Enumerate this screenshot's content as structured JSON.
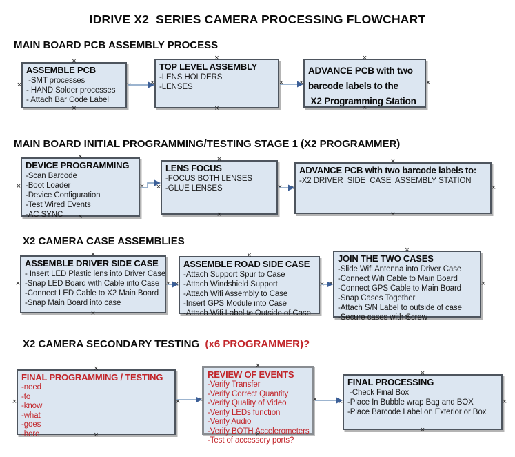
{
  "title": "IDRIVE X2  SERIES CAMERA PROCESSING FLOWCHART",
  "ui": {
    "anchor_glyph": "×"
  },
  "colors": {
    "box_fill": "#dce6f1",
    "box_border": "#4e555e",
    "review_box_border": "#888c91",
    "red_text": "#c2262b",
    "arrow_line": "#8ea9c8",
    "arrow_head": "#3c5f97",
    "text": "#111111",
    "background": "#ffffff"
  },
  "sections": [
    {
      "header": "MAIN BOARD PCB ASSEMBLY PROCESS",
      "boxes": [
        {
          "title_lines": [
            "ASSEMBLE PCB"
          ],
          "items": [
            " -SMT processes",
            "- HAND Solder processes",
            "- Attach Bar Code Label"
          ]
        },
        {
          "title_lines": [
            "TOP LEVEL ASSEMBLY"
          ],
          "items": [
            "-LENS HOLDERS",
            "-LENSES"
          ]
        },
        {
          "title_lines": [
            "ADVANCE PCB with two",
            "barcode labels to the",
            " X2 Programming Station"
          ],
          "items": []
        }
      ]
    },
    {
      "header": "MAIN BOARD INITIAL PROGRAMMING/TESTING STAGE 1 (X2 PROGRAMMER)",
      "boxes": [
        {
          "title_lines": [
            "DEVICE PROGRAMMING"
          ],
          "items": [
            "-Scan Barcode",
            "-Boot Loader",
            "-Device Configuration",
            "-Test Wired Events",
            "-AC SYNC"
          ]
        },
        {
          "title_lines": [
            "LENS FOCUS"
          ],
          "items": [
            "-FOCUS BOTH LENSES",
            "-GLUE LENSES"
          ]
        },
        {
          "title_lines": [
            "ADVANCE PCB with two barcode labels to:"
          ],
          "items": [
            "-X2 DRIVER  SIDE  CASE  ASSEMBLY STATION"
          ]
        }
      ]
    },
    {
      "header": "X2 CAMERA CASE ASSEMBLIES",
      "boxes": [
        {
          "title_lines": [
            "ASSEMBLE DRIVER SIDE CASE"
          ],
          "items": [
            "- Insert LED Plastic lens into Driver Case",
            "-Snap LED Board with Cable into Case",
            "-Connect LED Cable to X2 Main Board",
            "-Snap Main Board into case"
          ]
        },
        {
          "title_lines": [
            "ASSEMBLE ROAD SIDE CASE"
          ],
          "items": [
            "-Attach Support Spur to Case",
            "-Attach Windshield Support",
            "-Attach Wifi Assembly to Case",
            "-Insert GPS Module into Case",
            "-Attach Wifi Label to Outside of Case"
          ]
        },
        {
          "title_lines": [
            "JOIN THE TWO CASES"
          ],
          "items": [
            "-Slide Wifi Antenna into Driver Case",
            "-Connect Wifi Cable to Main Board",
            "-Connect GPS Cable to Main Board",
            "-Snap Cases Together",
            "-Attach S/N Label to outside of case",
            "-Secure cases with Screw"
          ]
        }
      ]
    },
    {
      "header": "X2 CAMERA SECONDARY TESTING ",
      "header_highlight": " (x6 PROGRAMMER)?",
      "boxes": [
        {
          "title_lines": [
            "FINAL PROGRAMMING / TESTING"
          ],
          "items": [
            "-need",
            "-to",
            "-know",
            "-what",
            "-goes",
            "-here"
          ]
        },
        {
          "title_lines": [
            "REVIEW OF EVENTS"
          ],
          "items": [
            "-Verify Transfer",
            "-Verify Correct Quantity",
            "-Verify Quality of Video",
            "-Verify LEDs function",
            "-Verify Audio",
            "-Verify BOTH Accelerometers",
            "-Test of accessory ports?"
          ]
        },
        {
          "title_lines": [
            "FINAL PROCESSING"
          ],
          "items": [
            " -Check Final Box",
            "-Place In Bubble wrap Bag and BOX",
            "-Place Barcode Label on Exterior or Box"
          ]
        }
      ]
    }
  ]
}
